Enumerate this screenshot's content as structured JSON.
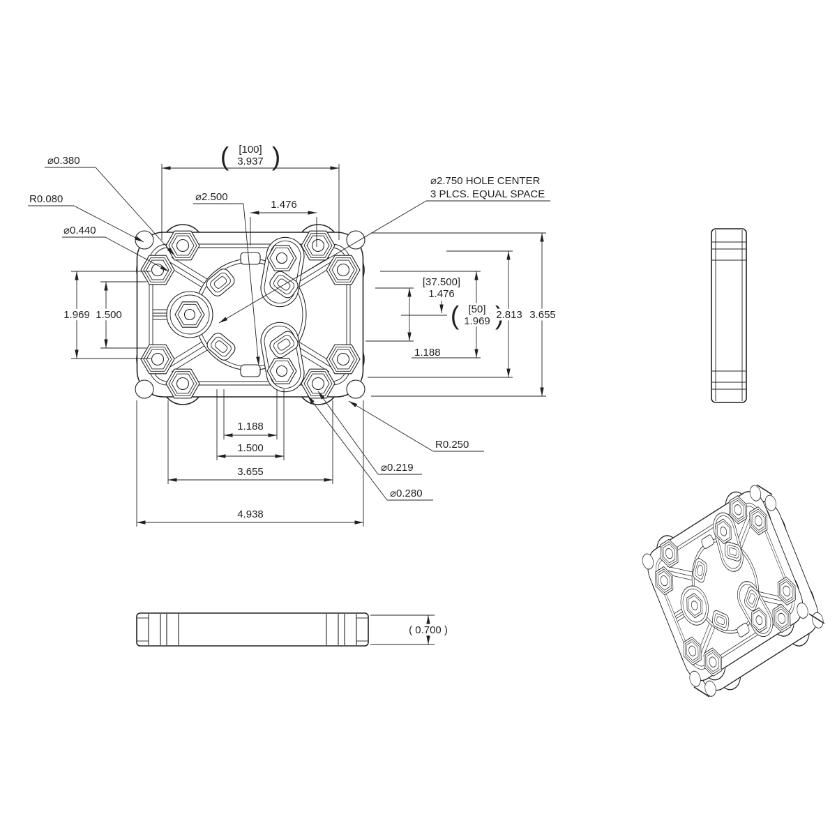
{
  "drawing": {
    "type": "engineering-drawing",
    "colors": {
      "background": "#ffffff",
      "line": "#231f20"
    },
    "labels": {
      "dia_0380": "⌀0.380",
      "r_0080": "R0.080",
      "dia_0440": "⌀0.440",
      "dia_2500": "⌀2.500",
      "top_width_mm": "[100]",
      "top_width_in": "3.937",
      "top_offset": "1.476",
      "note_line1": "⌀2.750 HOLE CENTER",
      "note_line2": "3 PLCS. EQUAL SPACE",
      "right_mm_37500": "[37.500]",
      "right_in_1476": "1.476",
      "right_mm_50": "[50]",
      "right_in_1969": "1.969",
      "right_2813": "2.813",
      "right_3655": "3.655",
      "right_1188": "1.188",
      "left_1969": "1.969",
      "left_1500": "1.500",
      "bottom_1188": "1.188",
      "bottom_1500": "1.500",
      "bottom_3655": "3.655",
      "bottom_4938": "4.938",
      "r_0250": "R0.250",
      "dia_0219": "⌀0.219",
      "dia_0280": "⌀0.280",
      "thickness": "( 0.700 )",
      "paren_open": "(",
      "paren_close": ")"
    }
  }
}
